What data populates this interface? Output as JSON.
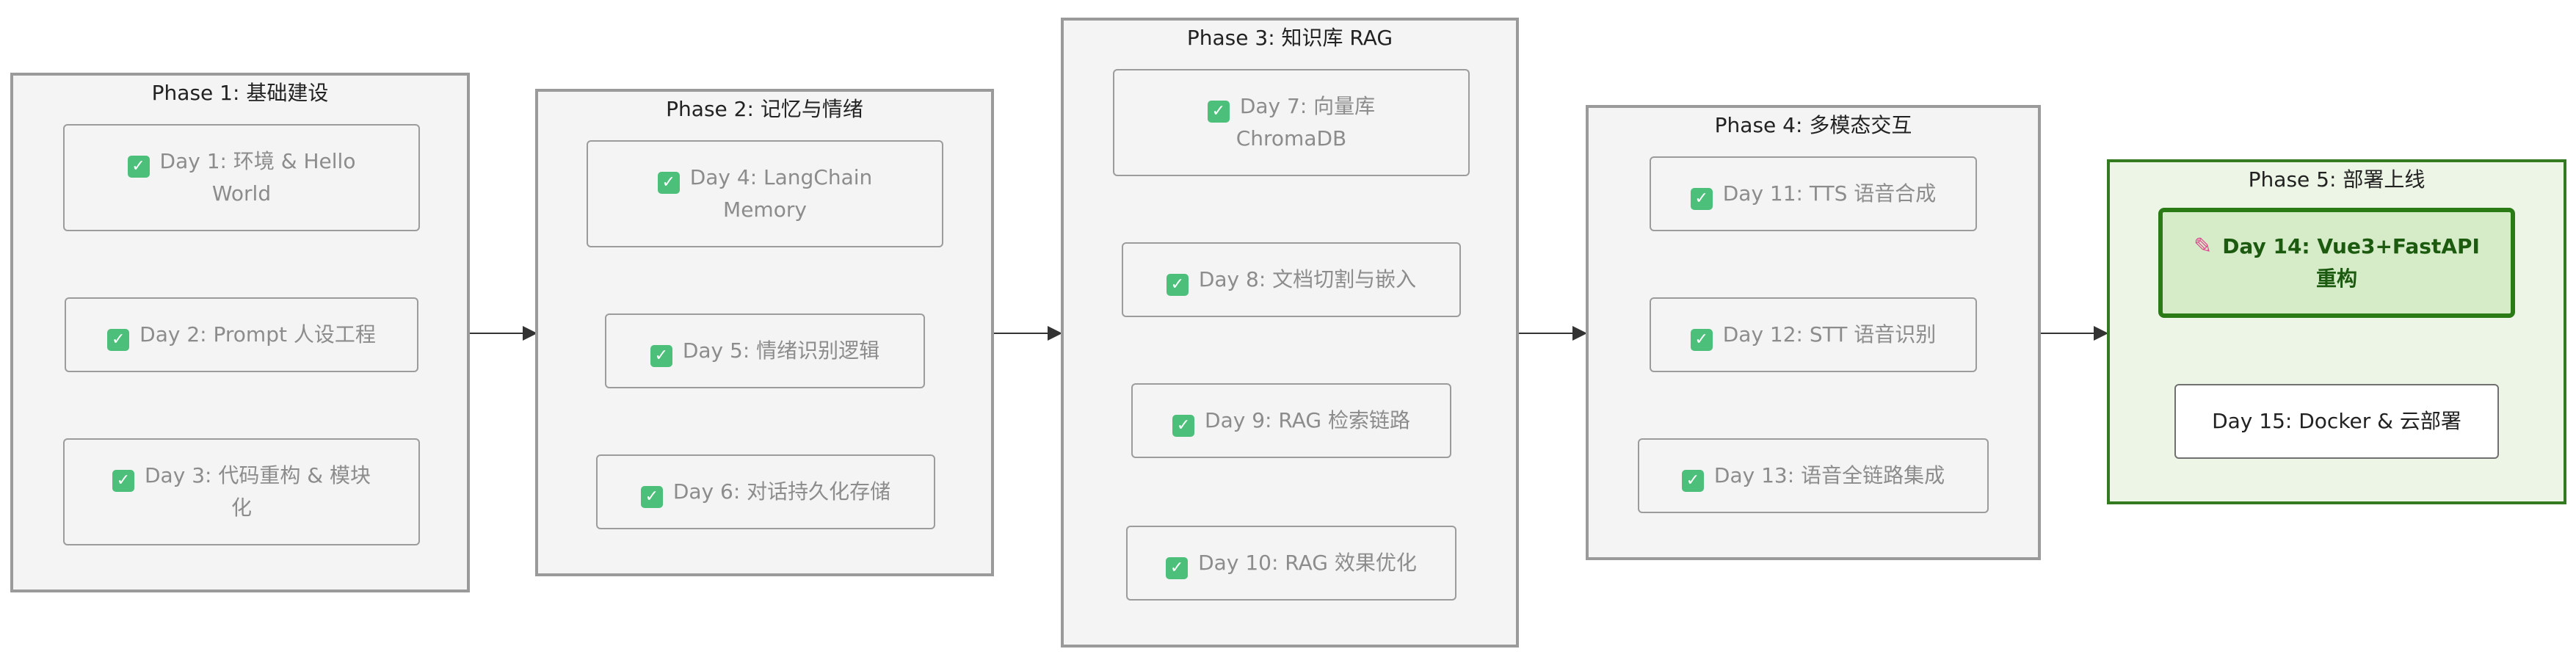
{
  "phases": [
    {
      "title": "Phase 1: 基础建设",
      "tasks": [
        {
          "status": "done",
          "line1": "Day 1: 环境 & Hello",
          "line2": "World"
        },
        {
          "status": "done",
          "line1": "Day 2: Prompt 人设工程",
          "line2": ""
        },
        {
          "status": "done",
          "line1": "Day 3: 代码重构 & 模块",
          "line2": "化"
        }
      ]
    },
    {
      "title": "Phase 2: 记忆与情绪",
      "tasks": [
        {
          "status": "done",
          "line1": "Day 4: LangChain",
          "line2": "Memory"
        },
        {
          "status": "done",
          "line1": "Day 5: 情绪识别逻辑",
          "line2": ""
        },
        {
          "status": "done",
          "line1": "Day 6: 对话持久化存储",
          "line2": ""
        }
      ]
    },
    {
      "title": "Phase 3: 知识库 RAG",
      "tasks": [
        {
          "status": "done",
          "line1": "Day 7: 向量库",
          "line2": "ChromaDB"
        },
        {
          "status": "done",
          "line1": "Day 8: 文档切割与嵌入",
          "line2": ""
        },
        {
          "status": "done",
          "line1": "Day 9: RAG 检索链路",
          "line2": ""
        },
        {
          "status": "done",
          "line1": "Day 10: RAG 效果优化",
          "line2": ""
        }
      ]
    },
    {
      "title": "Phase 4: 多模态交互",
      "tasks": [
        {
          "status": "done",
          "line1": "Day 11: TTS 语音合成",
          "line2": ""
        },
        {
          "status": "done",
          "line1": "Day 12: STT 语音识别",
          "line2": ""
        },
        {
          "status": "done",
          "line1": "Day 13: 语音全链路集成",
          "line2": ""
        }
      ]
    },
    {
      "title": "Phase 5: 部署上线",
      "tasks": [
        {
          "status": "current",
          "line1": "Day 14: Vue3+FastAPI",
          "line2": "重构"
        },
        {
          "status": "todo",
          "line1": "Day 15: Docker & 云部署",
          "line2": ""
        }
      ]
    }
  ],
  "colors": {
    "done_check": "#4cc07a",
    "active_border": "#347a20",
    "active_fill": "#edf6e6"
  },
  "icons": {
    "done": "check-box-icon",
    "current": "pin-icon"
  }
}
